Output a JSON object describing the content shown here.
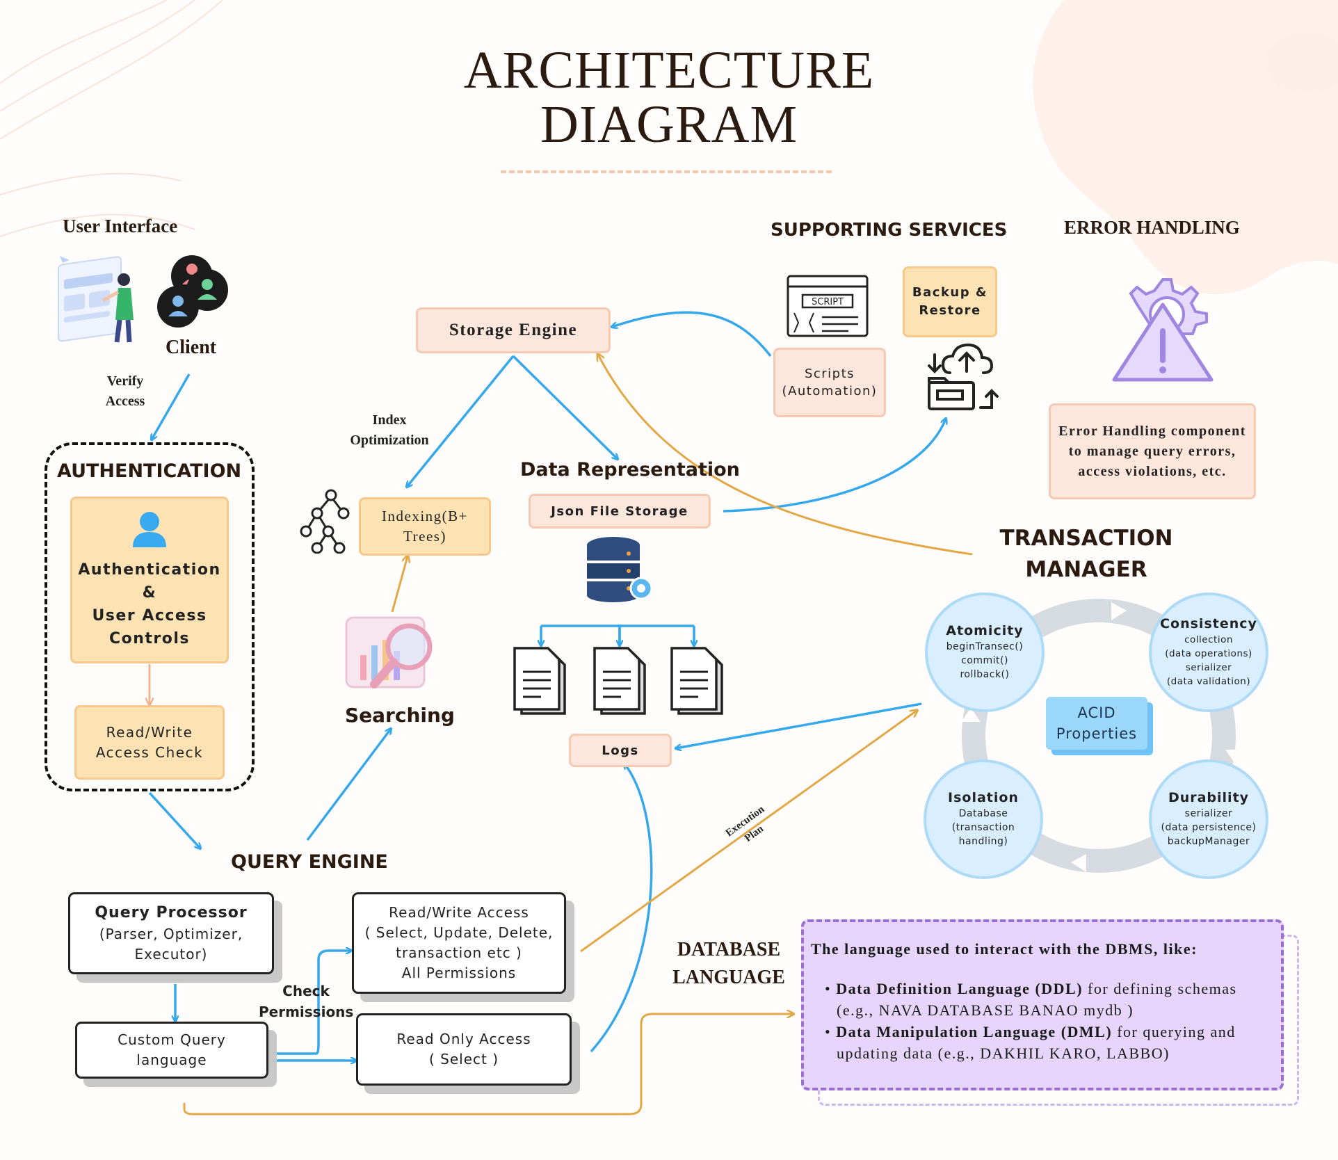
{
  "title_line1": "ARCHITECTURE",
  "title_line2": "DIAGRAM",
  "user_interface": {
    "heading": "User Interface",
    "client_label": "Client",
    "verify_access": "Verify\nAccess"
  },
  "authentication": {
    "heading": "AUTHENTICATION",
    "box_label": "Authentication\n&\nUser Access\nControls",
    "check_label": "Read/Write\nAccess Check"
  },
  "storage_engine": {
    "label": "Storage Engine",
    "index_opt": "Index\nOptimization",
    "indexing": "Indexing(B+\nTrees)"
  },
  "searching_label": "Searching",
  "data_representation": {
    "heading": "Data Representation",
    "json_storage": "Json File Storage",
    "logs": "Logs"
  },
  "supporting_services": {
    "heading": "SUPPORTING SERVICES",
    "script_icon_text": "SCRIPT",
    "backup": "Backup &\nRestore",
    "scripts": "Scripts\n(Automation)"
  },
  "error_handling": {
    "heading": "ERROR HANDLING",
    "description": "Error Handling component\nto manage query errors,\naccess violations, etc."
  },
  "transaction_manager": {
    "heading": "TRANSACTION\nMANAGER",
    "center": "ACID\nProperties",
    "atomicity": {
      "title": "Atomicity",
      "desc": "beginTransec()\ncommit()\nrollback()"
    },
    "consistency": {
      "title": "Consistency",
      "desc": "collection\n(data operations)\nserializer\n(data validation)"
    },
    "isolation": {
      "title": "Isolation",
      "desc": "Database\n(transaction\nhandling)"
    },
    "durability": {
      "title": "Durability",
      "desc": "serializer\n(data persistence)\nbackupManager"
    }
  },
  "query_engine": {
    "heading": "QUERY ENGINE",
    "processor_title": "Query Processor",
    "processor_desc": "(Parser, Optimizer,\nExecutor)",
    "custom_language": "Custom Query\nlanguage",
    "check_permissions": "Check\nPermissions",
    "read_write": "Read/Write Access\n( Select, Update, Delete,\ntransaction etc )\nAll Permissions",
    "read_only": "Read Only Access\n( Select )",
    "execution_plan": "Execution\nPlan"
  },
  "database_language": {
    "heading": "DATABASE\nLANGUAGE",
    "intro": "The language used to interact with the DBMS, like:",
    "ddl_bold": "Data Definition Language (DDL)",
    "ddl_rest": " for defining schemas",
    "ddl_example": "(e.g., NAVA DATABASE BANAO mydb )",
    "dml_bold": "Data Manipulation Language (DML)",
    "dml_rest": " for querying and",
    "dml_example": "updating data (e.g., DAKHIL KARO, LABBO)"
  },
  "colors": {
    "blue_arrow": "#35a8ec",
    "orange_arrow": "#e3a846",
    "pink_fill": "#fde6dc",
    "orange_fill": "#fde3b4",
    "acid_blue": "#9bd6fb",
    "purple_fill": "#e6d4fa"
  }
}
